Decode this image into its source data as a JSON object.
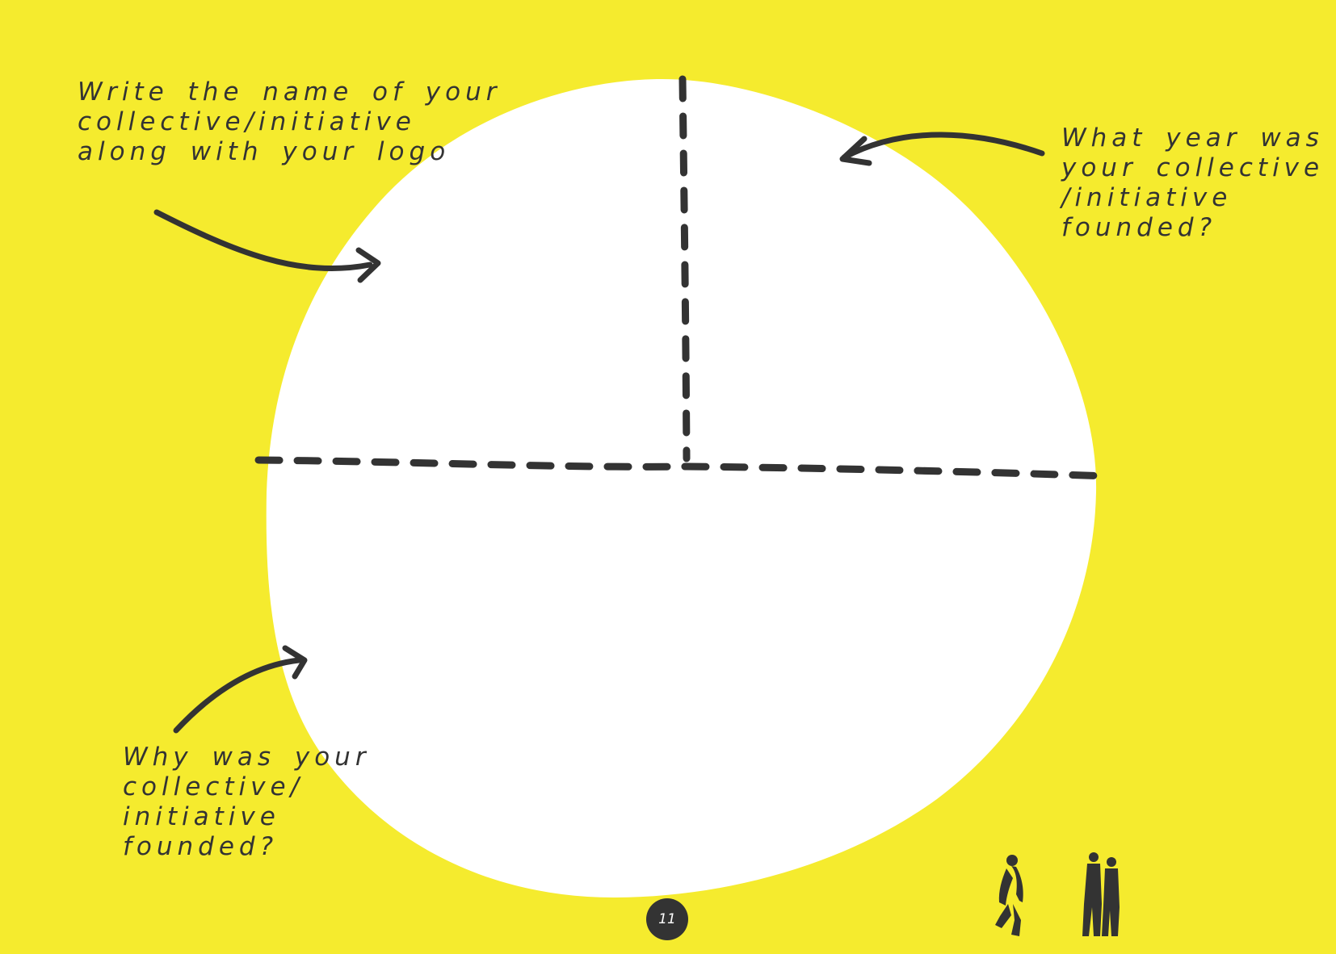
{
  "colors": {
    "background": "#F5EB2E",
    "circle": "#FFFFFF",
    "ink": "#333333"
  },
  "prompts": {
    "name": [
      "Write the name of your",
      "collective/initiative",
      "along with your logo"
    ],
    "year": [
      "What year was",
      "your collective",
      "/initiative",
      "founded?"
    ],
    "why": [
      "Why was your",
      "collective/",
      "initiative",
      "founded?"
    ]
  },
  "page_number": "11",
  "icons": {
    "arrows": [
      "arrow-to-name-section-icon",
      "arrow-to-year-section-icon",
      "arrow-to-why-section-icon"
    ],
    "people": [
      "walking-person-silhouette-icon",
      "two-people-silhouette-icon"
    ]
  }
}
